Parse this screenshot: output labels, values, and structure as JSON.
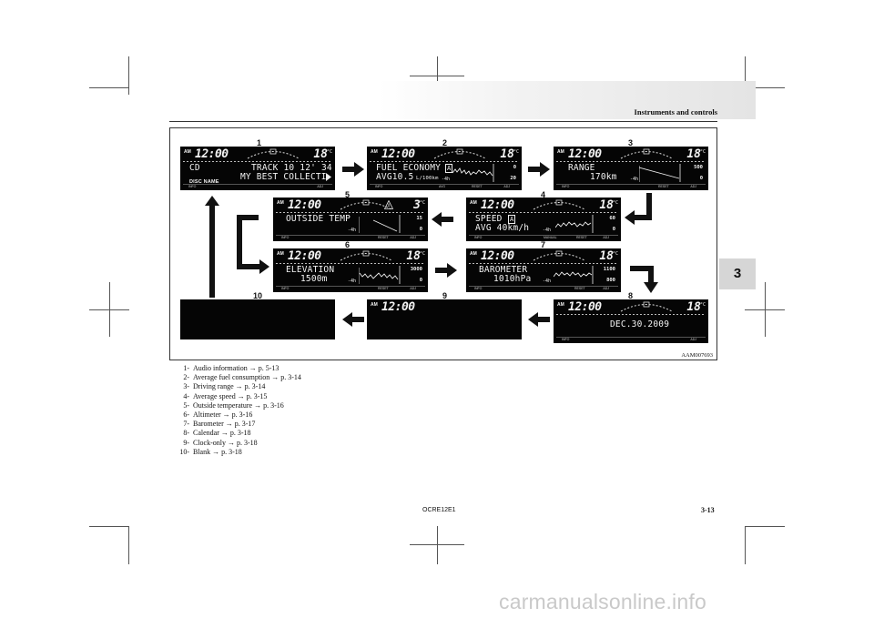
{
  "header": {
    "section_title": "Instruments and controls"
  },
  "chapter_tab": "3",
  "figure": {
    "code": "AAM007693",
    "displays": [
      {
        "id": 1,
        "am": "AM",
        "clock": "12:00",
        "temp": "18",
        "deg": "°C",
        "line1": "CD",
        "line1_right": "TRACK 10  12' 34",
        "line2_label": "DISC NAME",
        "line2": "MY BEST COLLECTI",
        "footer": [
          "INFO",
          "ADJ"
        ]
      },
      {
        "id": 2,
        "am": "AM",
        "clock": "12:00",
        "temp": "18",
        "deg": "°C",
        "line1": "FUEL ECONOMY",
        "icon": "A",
        "line2": "AVG10.5",
        "unit": "L/100km",
        "axis_label": "-4h",
        "max": "0",
        "min": "20",
        "footer": [
          "INFO",
          "AVG",
          "RESET",
          "ADJ"
        ]
      },
      {
        "id": 3,
        "am": "AM",
        "clock": "12:00",
        "temp": "18",
        "deg": "°C",
        "line1": "RANGE",
        "line2": "170km",
        "axis_label": "-4h",
        "max": "500",
        "min": "0",
        "footer": [
          "INFO",
          "RESET",
          "ADJ"
        ]
      },
      {
        "id": 4,
        "am": "AM",
        "clock": "12:00",
        "temp": "18",
        "deg": "°C",
        "line1": "SPEED",
        "icon": "A",
        "line2": "AVG  40km/h",
        "axis_label": "-4h",
        "max": "60",
        "min": "0",
        "footer": [
          "INFO",
          "MANUAL",
          "RESET",
          "ADJ"
        ]
      },
      {
        "id": 5,
        "am": "AM",
        "clock": "12:00",
        "temp": "3",
        "deg": "°C",
        "line1": "OUTSIDE TEMP",
        "axis_label": "-4h",
        "max": "15",
        "min": "0",
        "footer": [
          "INFO",
          "RESET",
          "ADJ"
        ]
      },
      {
        "id": 6,
        "am": "AM",
        "clock": "12:00",
        "temp": "18",
        "deg": "°C",
        "line1": "ELEVATION",
        "line2": "1500m",
        "axis_label": "-4h",
        "max": "3000",
        "min": "0",
        "footer": [
          "INFO",
          "RESET",
          "ADJ"
        ]
      },
      {
        "id": 7,
        "am": "AM",
        "clock": "12:00",
        "temp": "18",
        "deg": "°C",
        "line1": "BAROMETER",
        "line2": "1010hPa",
        "axis_label": "-4h",
        "max": "1100",
        "min": "800",
        "footer": [
          "INFO",
          "RESET",
          "ADJ"
        ]
      },
      {
        "id": 8,
        "am": "AM",
        "clock": "12:00",
        "temp": "18",
        "deg": "°C",
        "line2": "DEC.30.2009",
        "footer": [
          "INFO",
          "ADJ"
        ]
      },
      {
        "id": 9,
        "am": "AM",
        "clock": "12:00"
      },
      {
        "id": 10
      }
    ],
    "labels": [
      "1",
      "2",
      "3",
      "4",
      "5",
      "6",
      "7",
      "8",
      "9",
      "10"
    ]
  },
  "list": [
    {
      "n": "1-",
      "text": "Audio information → p. 5-13"
    },
    {
      "n": "2-",
      "text": "Average fuel consumption → p. 3-14"
    },
    {
      "n": "3-",
      "text": "Driving range → p. 3-14"
    },
    {
      "n": "4-",
      "text": "Average speed → p. 3-15"
    },
    {
      "n": "5-",
      "text": "Outside temperature → p. 3-16"
    },
    {
      "n": "6-",
      "text": "Altimeter → p. 3-16"
    },
    {
      "n": "7-",
      "text": "Barometer → p. 3-17"
    },
    {
      "n": "8-",
      "text": "Calendar → p. 3-18"
    },
    {
      "n": "9-",
      "text": "Clock-only → p. 3-18"
    },
    {
      "n": "10-",
      "text": "Blank → p. 3-18"
    }
  ],
  "footer": {
    "doc_code": "OCRE12E1",
    "page_number": "3-13"
  },
  "watermark": "carmanualsonline.info"
}
